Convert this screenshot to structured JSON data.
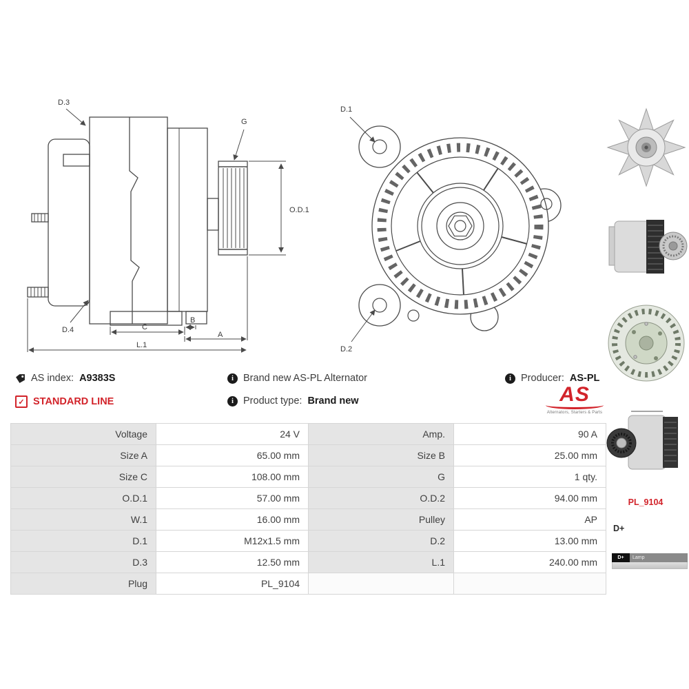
{
  "info": {
    "as_index_label": "AS index:",
    "as_index_value": "A9383S",
    "standard_line_label": "STANDARD LINE",
    "brand_new_text": "Brand new AS-PL Alternator",
    "product_type_label": "Product type:",
    "product_type_value": "Brand new",
    "producer_label": "Producer:",
    "producer_value": "AS-PL"
  },
  "logo": {
    "brand": "AS",
    "tagline": "Alternators, Starters & Parts"
  },
  "diagram_labels": {
    "d1": "D.1",
    "d2": "D.2",
    "d3": "D.3",
    "d4": "D.4",
    "g": "G",
    "od1": "O.D.1",
    "c": "C",
    "b": "B",
    "a": "A",
    "l1": "L.1"
  },
  "sidebar": {
    "plug_code": "PL_9104",
    "terminal": "D+",
    "pin_label": "D+",
    "pin_desc": "Lamp"
  },
  "spec_table": {
    "rows": [
      {
        "c0": "Voltage",
        "c1": "24 V",
        "c2": "Amp.",
        "c3": "90 A"
      },
      {
        "c0": "Size A",
        "c1": "65.00 mm",
        "c2": "Size B",
        "c3": "25.00 mm"
      },
      {
        "c0": "Size C",
        "c1": "108.00 mm",
        "c2": "G",
        "c3": "1 qty."
      },
      {
        "c0": "O.D.1",
        "c1": "57.00 mm",
        "c2": "O.D.2",
        "c3": "94.00 mm"
      },
      {
        "c0": "W.1",
        "c1": "16.00 mm",
        "c2": "Pulley",
        "c3": "AP"
      },
      {
        "c0": "D.1",
        "c1": "M12x1.5 mm",
        "c2": "D.2",
        "c3": "13.00 mm"
      },
      {
        "c0": "D.3",
        "c1": "12.50 mm",
        "c2": "L.1",
        "c3": "240.00 mm"
      },
      {
        "c0": "Plug",
        "c1": "PL_9104",
        "c2": "",
        "c3": ""
      }
    ]
  },
  "colors": {
    "accent_red": "#d2232a",
    "line_dark": "#4a4a4a"
  }
}
